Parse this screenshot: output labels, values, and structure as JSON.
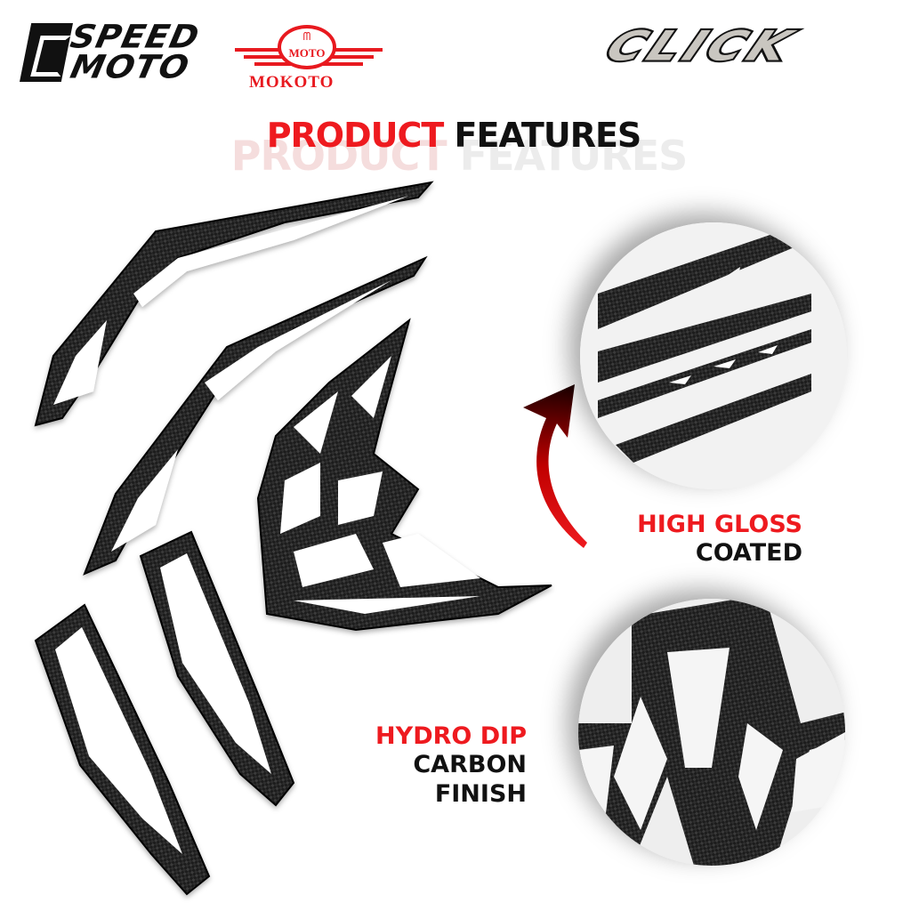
{
  "logos": {
    "speedmoto": {
      "line1": "SPEED",
      "line2": "MOTO"
    },
    "mokoto": {
      "badge_text": "MOTO",
      "name": "MOKOTO",
      "color": "#e8191f"
    },
    "model": {
      "text": "CLICK"
    }
  },
  "heading": {
    "part1": "PRODUCT",
    "part2": "FEATURES",
    "shadow_part1": "PRODUCT",
    "shadow_part2": "FEATURES",
    "accent_color": "#ee1a1f"
  },
  "features": [
    {
      "line1": "HIGH GLOSS",
      "line2": "COATED",
      "zoom_detail": "carbon-strip-closeup"
    },
    {
      "line1": "HYDRO DIP",
      "line2": "CARBON",
      "line3": "FINISH",
      "zoom_detail": "carbon-grille-closeup"
    }
  ],
  "product": {
    "parts": [
      "upper-side-trim-left",
      "upper-side-trim-right",
      "front-grille-cover",
      "lower-trim-left",
      "lower-trim-right"
    ],
    "finish": "carbon"
  }
}
